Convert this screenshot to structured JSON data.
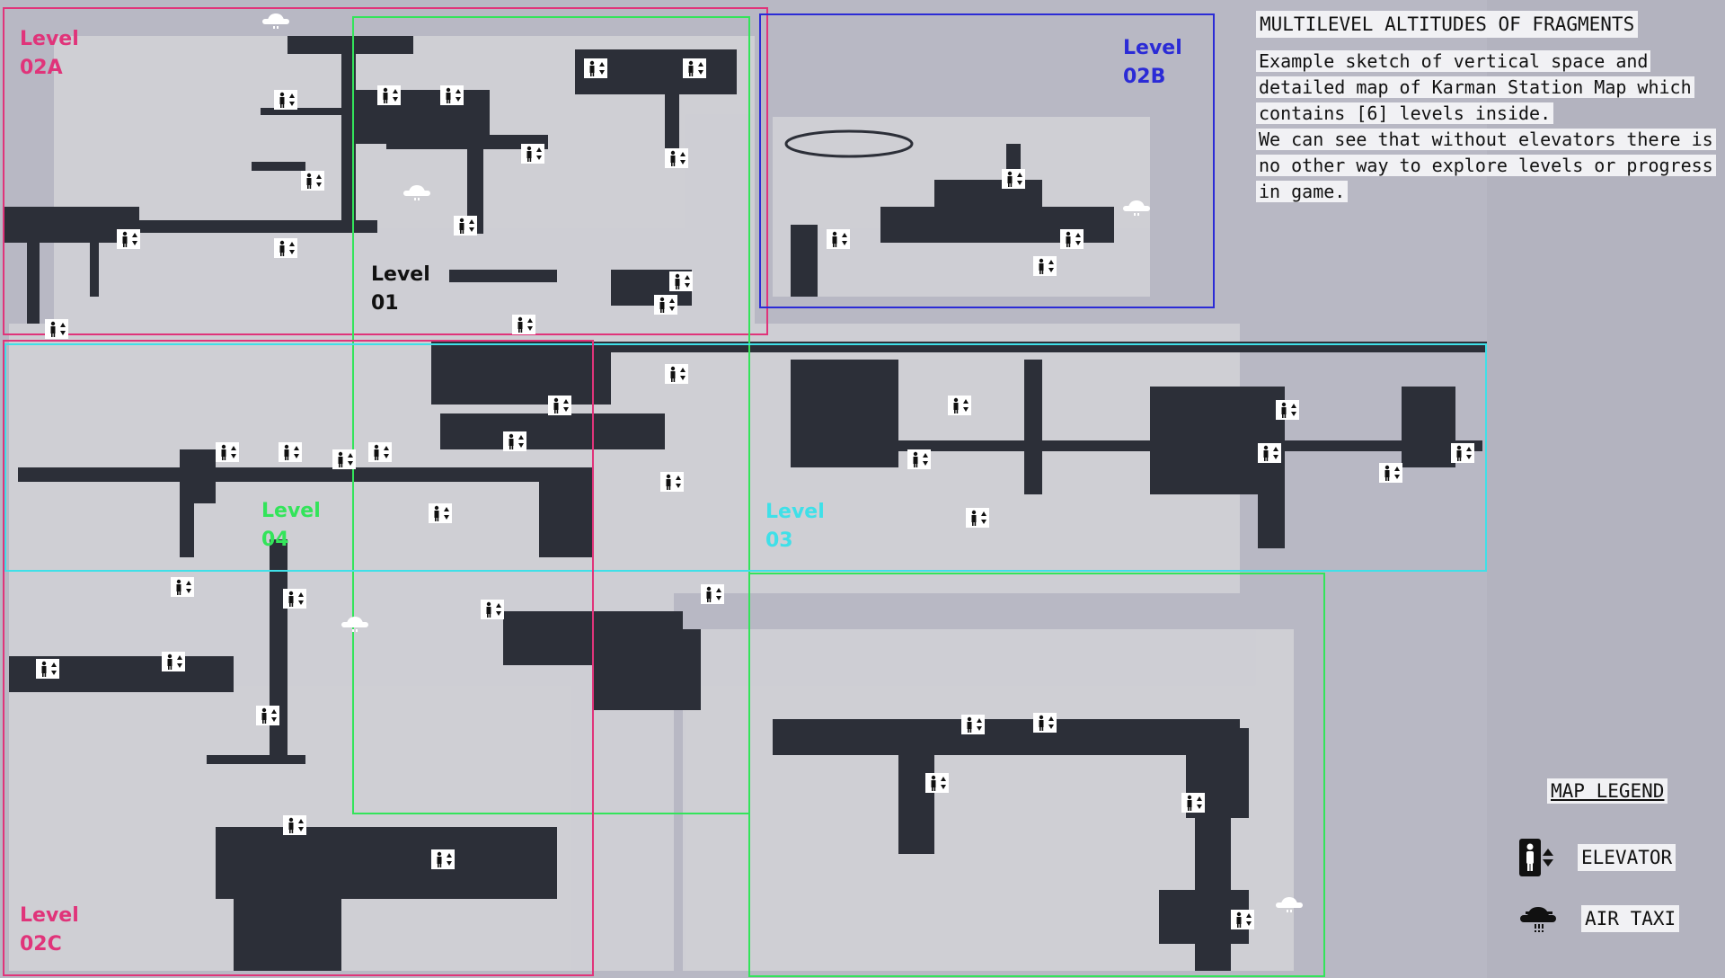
{
  "header": {
    "title": "MULTILEVEL ALTITUDES OF FRAGMENTS",
    "description_lines": [
      "Example sketch of vertical space and",
      "detailed map of Karman Station Map which",
      "contains [6] levels inside.",
      "We can see that without elevators there is",
      "no other way to explore levels or progress",
      "in game."
    ]
  },
  "levels": [
    {
      "id": "02A",
      "text": "Level\n02A",
      "color": "#e0347a"
    },
    {
      "id": "01",
      "text": "Level\n01",
      "color": "#33e45a"
    },
    {
      "id": "02B",
      "text": "Level\n02B",
      "color": "#2b2bd6"
    },
    {
      "id": "04",
      "text": "Level\n04",
      "color": "#33e45a"
    },
    {
      "id": "03",
      "text": "Level\n03",
      "color": "#3fe0e8"
    },
    {
      "id": "02C",
      "text": "Level\n02C",
      "color": "#e0347a"
    }
  ],
  "legend": {
    "title": "MAP LEGEND",
    "items": [
      {
        "icon": "elevator-icon",
        "label": "ELEVATOR"
      },
      {
        "icon": "air-taxi-icon",
        "label": "AIR TAXI"
      }
    ]
  },
  "colors": {
    "level_01_label": "#111111",
    "level_04_label": "#33e45a",
    "level_03_label": "#3fe0e8"
  }
}
